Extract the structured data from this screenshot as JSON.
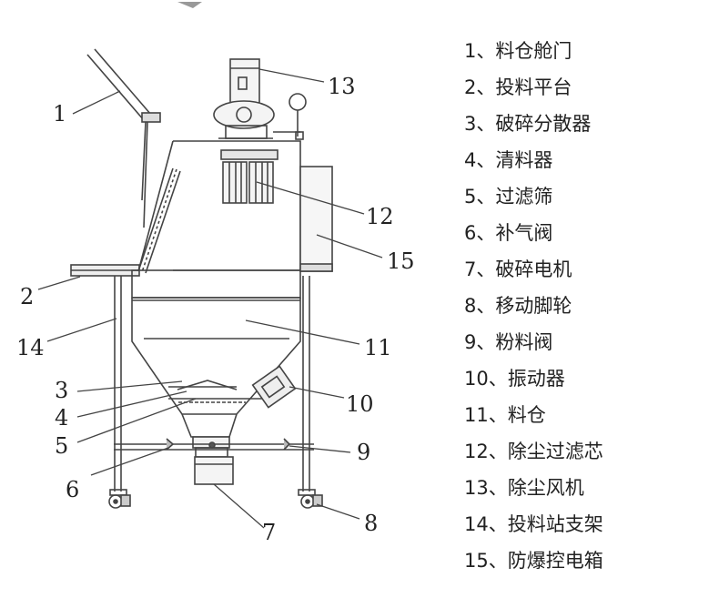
{
  "diagram": {
    "callouts": [
      "1",
      "2",
      "3",
      "4",
      "5",
      "6",
      "7",
      "8",
      "9",
      "10",
      "11",
      "12",
      "13",
      "14",
      "15"
    ]
  },
  "legend": {
    "items": [
      "1、料仓舱门",
      "2、投料平台",
      "3、破碎分散器",
      "4、清料器",
      "5、过滤筛",
      "6、补气阀",
      "7、破碎电机",
      "8、移动脚轮",
      "9、粉料阀",
      "10、振动器",
      "11、料仓",
      "12、除尘过滤芯",
      "13、除尘风机",
      "14、投料站支架",
      "15、防爆控电箱"
    ]
  }
}
